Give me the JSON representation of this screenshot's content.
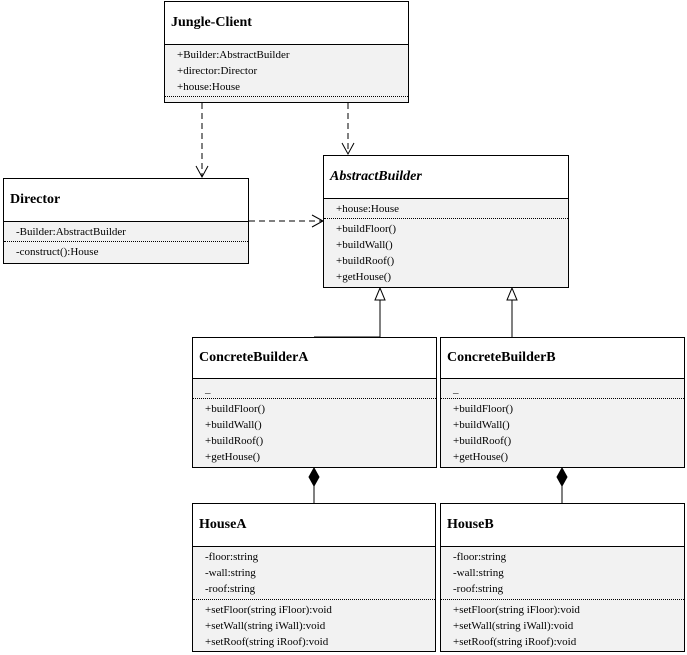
{
  "classes": {
    "jungle_client": {
      "name": "Jungle-Client",
      "attributes": [
        "+Builder:AbstractBuilder",
        "+director:Director",
        "+house:House"
      ],
      "operations": []
    },
    "director": {
      "name": "Director",
      "attributes": [
        "-Builder:AbstractBuilder"
      ],
      "operations": [
        "-construct():House"
      ]
    },
    "abstract_builder": {
      "name": "AbstractBuilder",
      "attributes": [
        "+house:House"
      ],
      "operations": [
        "+buildFloor()",
        "+buildWall()",
        "+buildRoof()",
        "+getHouse()"
      ]
    },
    "concrete_builder_a": {
      "name": "ConcreteBuilderA",
      "attributes": [
        "_"
      ],
      "operations": [
        "+buildFloor()",
        "+buildWall()",
        "+buildRoof()",
        "+getHouse()"
      ]
    },
    "concrete_builder_b": {
      "name": "ConcreteBuilderB",
      "attributes": [
        "_"
      ],
      "operations": [
        "+buildFloor()",
        "+buildWall()",
        "+buildRoof()",
        "+getHouse()"
      ]
    },
    "house_a": {
      "name": "HouseA",
      "attributes": [
        "-floor:string",
        "-wall:string",
        "-roof:string"
      ],
      "operations": [
        "+setFloor(string iFloor):void",
        "+setWall(string iWall):void",
        "+setRoof(string iRoof):void"
      ]
    },
    "house_b": {
      "name": "HouseB",
      "attributes": [
        "-floor:string",
        "-wall:string",
        "-roof:string"
      ],
      "operations": [
        "+setFloor(string iFloor):void",
        "+setWall(string iWall):void",
        "+setRoof(string iRoof):void"
      ]
    }
  },
  "colors": {
    "compartment_fill": "#f2f2f2",
    "line": "#000000"
  }
}
